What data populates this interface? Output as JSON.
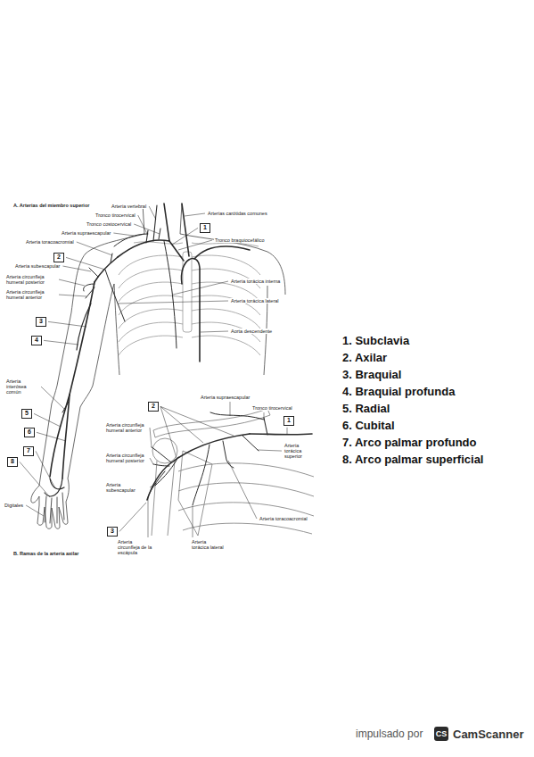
{
  "diagram": {
    "nodes": [
      {
        "text": [
          "1"
        ]
      },
      {
        "text": [
          "2"
        ]
      },
      {
        "text": [
          "3"
        ]
      },
      {
        "text": [
          "4"
        ]
      },
      {
        "text": [
          "5"
        ]
      },
      {
        "text": [
          "6"
        ]
      },
      {
        "text": [
          "7"
        ]
      },
      {
        "text": [
          "8"
        ]
      },
      {
        "text": [
          "2"
        ]
      },
      {
        "text": [
          "1"
        ]
      },
      {
        "text": [
          "3"
        ]
      }
    ],
    "labels": [
      "A. Arterias del miembro superior",
      "Arteria vertebral",
      "Tronco tirocervical",
      "Tronco costocervical",
      "Arteria supraescapular",
      "Arteria toracoacromial",
      "Arterias carótidas comunes",
      "Tronco braquiocefálico",
      "Arteria subescapular",
      "Arteria circunfleja humeral posterior",
      "Arteria circunfleja humeral anterior",
      "Arteria torácica interna",
      "Arteria torácica lateral",
      "Aorta descendente",
      "Arteria interósea común",
      "Digitales",
      "B. Ramas de la arteria axilar",
      "Arteria supraescapular",
      "Tronco tirocervical",
      "Arteria circunfleja humeral anterior",
      "Arteria torácica superior",
      "Arteria circunfleja humeral posterior",
      "Arteria subescapular",
      "Arteria toracoacromial",
      "Arteria circunfleja de la escápula",
      "Arteria torácica lateral",
      "1. Subclavia",
      "2. Axilar",
      "3. Braquial",
      "4. Braquial profunda",
      "5. Radial",
      "6. Cubital",
      "7. Arco palmar profundo",
      "8. Arco palmar superficial",
      "impulsado por",
      "CS",
      "CamScanner"
    ]
  }
}
